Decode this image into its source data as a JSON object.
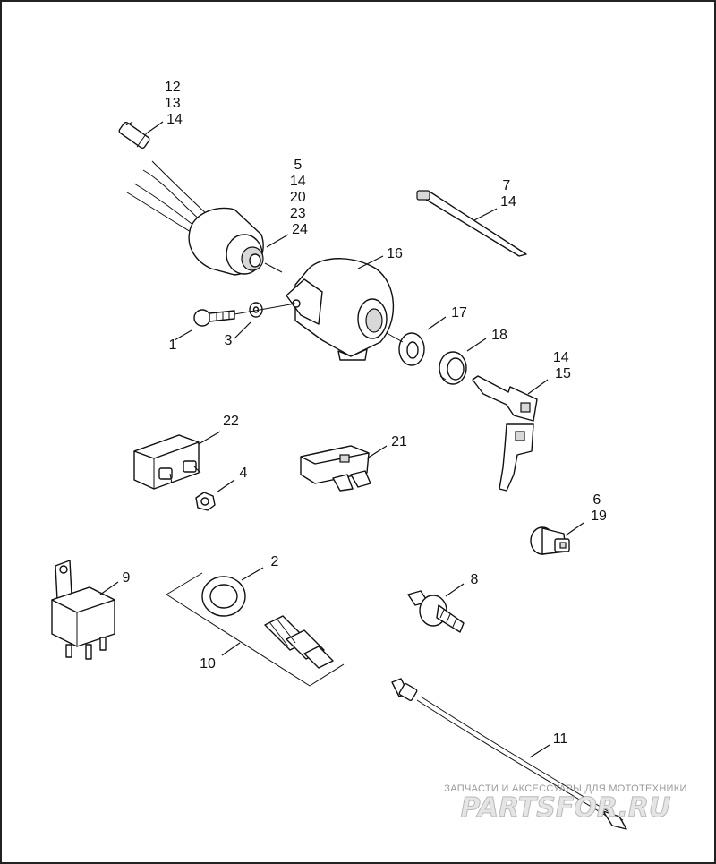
{
  "callouts": [
    {
      "id": "c-12-13-14",
      "lines": [
        "12",
        "13",
        "14"
      ]
    },
    {
      "id": "c-5-14-20-23-24",
      "lines": [
        "5",
        "14",
        "20",
        "23",
        "24"
      ]
    },
    {
      "id": "c-7-14",
      "lines": [
        "7",
        "14"
      ]
    },
    {
      "id": "c-16",
      "lines": [
        "16"
      ]
    },
    {
      "id": "c-17",
      "lines": [
        "17"
      ]
    },
    {
      "id": "c-18",
      "lines": [
        "18"
      ]
    },
    {
      "id": "c-14-15",
      "lines": [
        "14",
        "15"
      ]
    },
    {
      "id": "c-1",
      "lines": [
        "1"
      ]
    },
    {
      "id": "c-3",
      "lines": [
        "3"
      ]
    },
    {
      "id": "c-22",
      "lines": [
        "22"
      ]
    },
    {
      "id": "c-21",
      "lines": [
        "21"
      ]
    },
    {
      "id": "c-4",
      "lines": [
        "4"
      ]
    },
    {
      "id": "c-6-19",
      "lines": [
        "6",
        "19"
      ]
    },
    {
      "id": "c-2",
      "lines": [
        "2"
      ]
    },
    {
      "id": "c-9",
      "lines": [
        "9"
      ]
    },
    {
      "id": "c-8",
      "lines": [
        "8"
      ]
    },
    {
      "id": "c-10",
      "lines": [
        "10"
      ]
    },
    {
      "id": "c-11",
      "lines": [
        "11"
      ]
    }
  ],
  "watermark": {
    "tagline": "ЗАПЧАСТИ И АКСЕССУАРЫ ДЛЯ МОТОТЕХНИКИ",
    "brand": "PARTSFOR.RU"
  }
}
